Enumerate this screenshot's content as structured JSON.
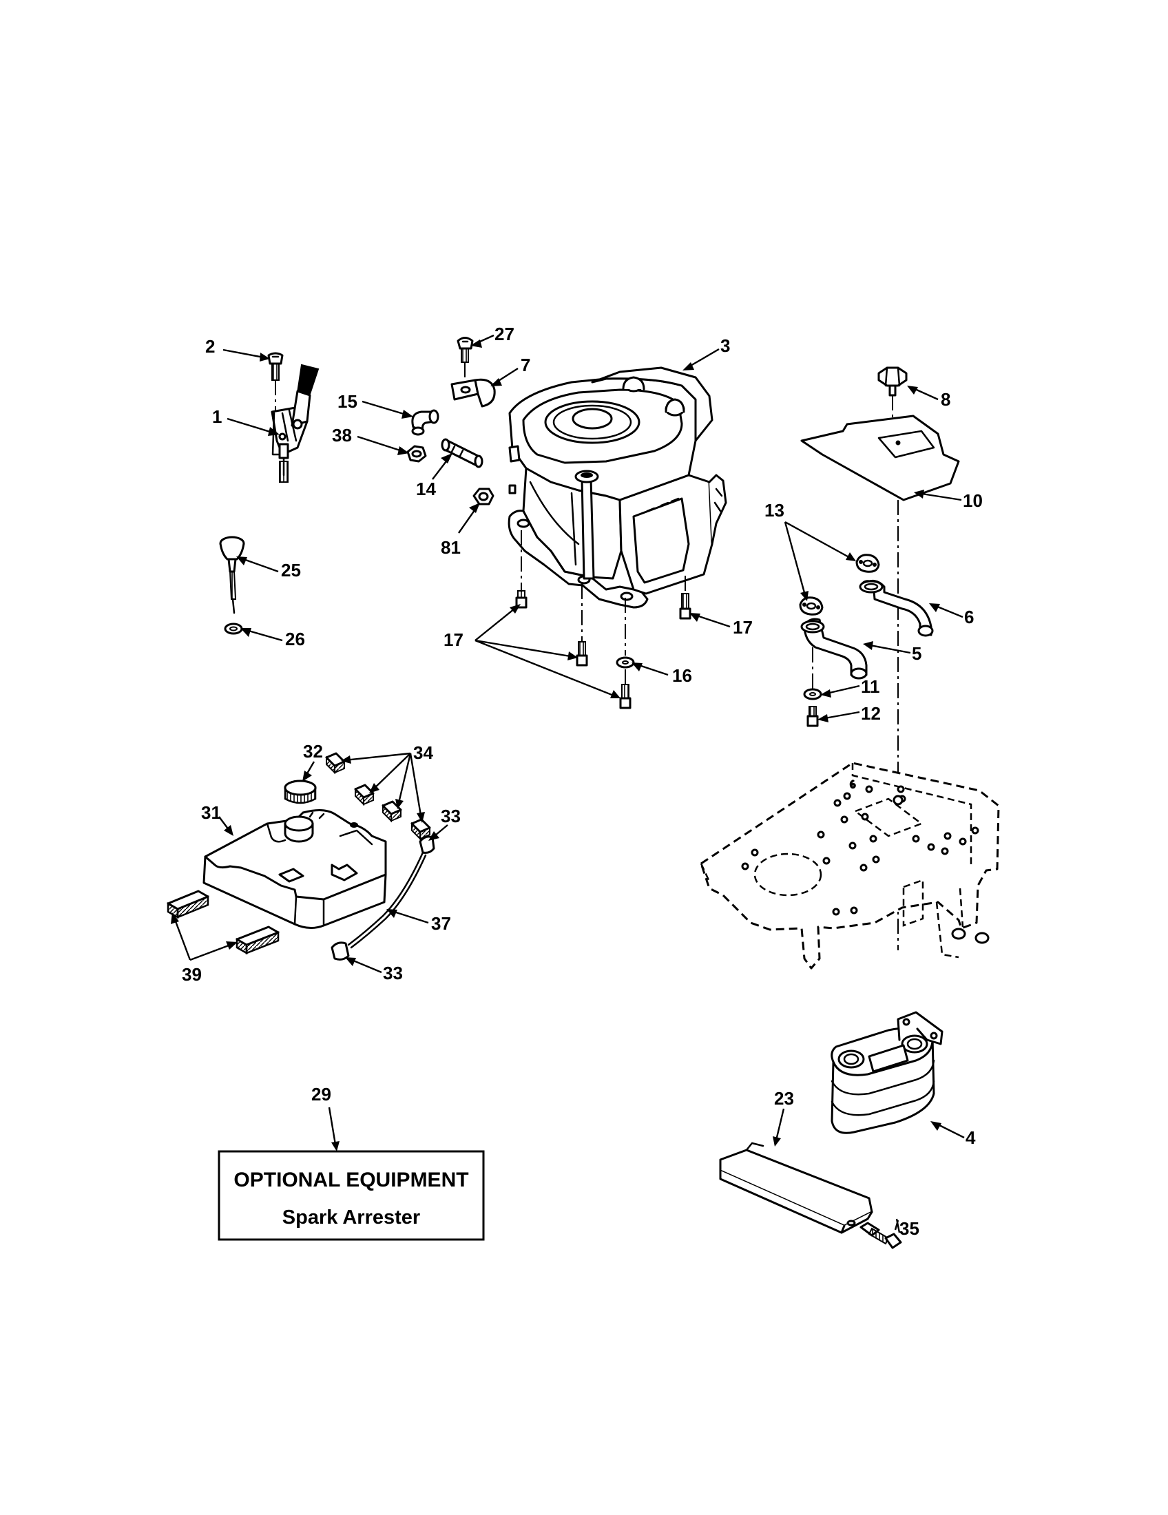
{
  "optional_box": {
    "title": "OPTIONAL EQUIPMENT",
    "item": "Spark Arrester"
  },
  "callouts": {
    "c1": "1",
    "c2": "2",
    "c3": "3",
    "c4": "4",
    "c5": "5",
    "c6": "6",
    "c7": "7",
    "c8": "8",
    "c10": "10",
    "c11": "11",
    "c12": "12",
    "c13": "13",
    "c14": "14",
    "c15": "15",
    "c16": "16",
    "c17a": "17",
    "c17b": "17",
    "c23": "23",
    "c25": "25",
    "c26": "26",
    "c27": "27",
    "c29": "29",
    "c31": "31",
    "c32": "32",
    "c33a": "33",
    "c33b": "33",
    "c34": "34",
    "c35": "35",
    "c37": "37",
    "c38": "38",
    "c39": "39",
    "c81": "81"
  }
}
